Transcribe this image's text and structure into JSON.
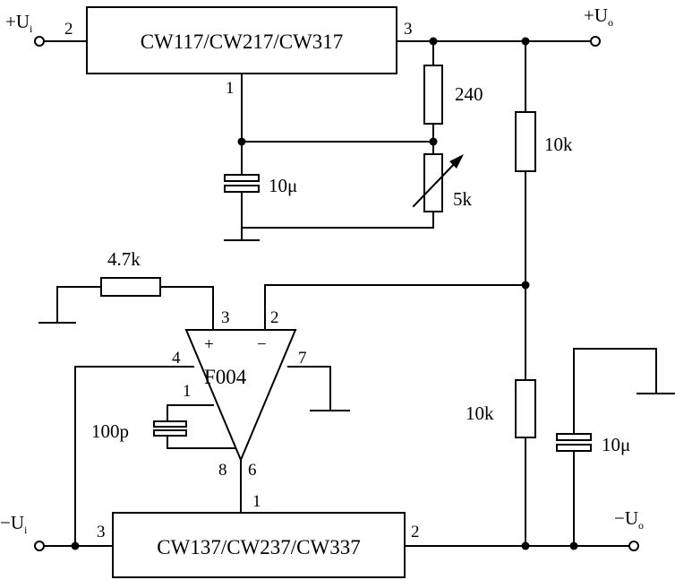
{
  "regulators": {
    "positive": {
      "label": "CW117/CW217/CW317",
      "pin_in": "2",
      "pin_out": "3",
      "pin_adj": "1"
    },
    "negative": {
      "label": "CW137/CW237/CW337",
      "pin_in": "3",
      "pin_out": "2",
      "pin_adj": "1"
    }
  },
  "opamp": {
    "label": "F004",
    "pin_noninv": "3",
    "pin_inv": "2",
    "pin_left": "4",
    "pin_right": "7",
    "pin_comp": "1",
    "pin_bottom_left": "8",
    "pin_bottom_right": "6",
    "sign_plus": "+",
    "sign_minus": "−"
  },
  "components": {
    "r_top": "240",
    "r_var": "5k",
    "c_adj": "10μ",
    "r_right_top": "10k",
    "r_right_bottom": "10k",
    "r_input": "4.7k",
    "c_comp": "100p",
    "c_out": "10μ"
  },
  "terminals": {
    "vin_pos": {
      "sign": "+U",
      "sub": "i"
    },
    "vout_pos": {
      "sign": "+U",
      "sub": "o"
    },
    "vin_neg": {
      "sign": "−U",
      "sub": "i"
    },
    "vout_neg": {
      "sign": "−U",
      "sub": "o"
    }
  }
}
